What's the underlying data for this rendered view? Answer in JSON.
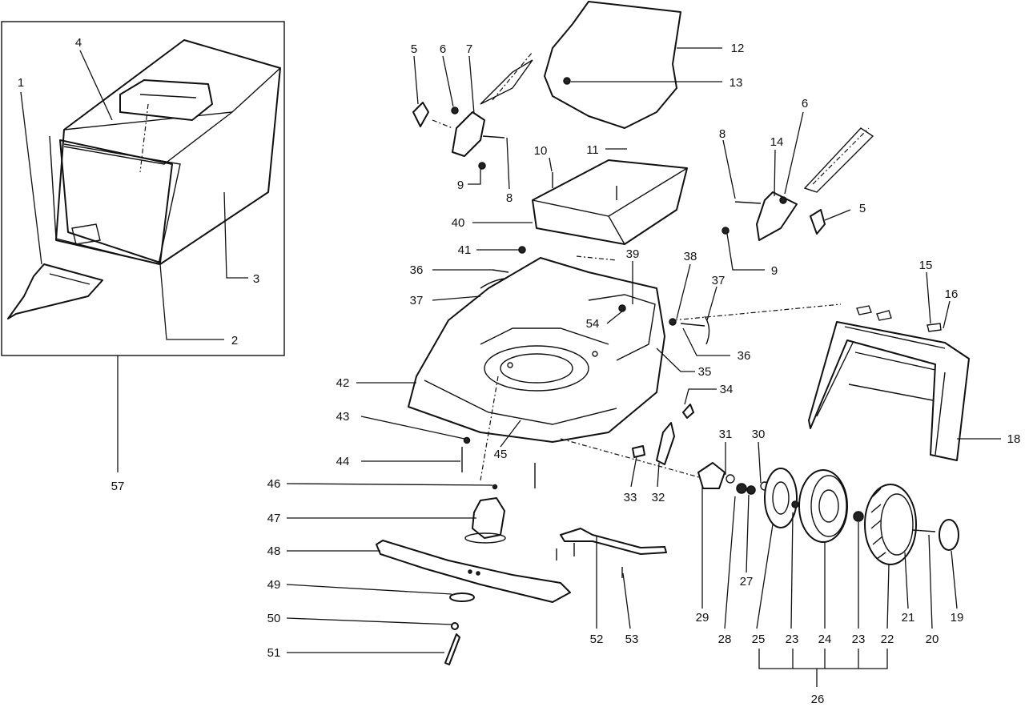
{
  "diagram": {
    "callouts": {
      "c1": "1",
      "c2": "2",
      "c3": "3",
      "c4": "4",
      "c5a": "5",
      "c5b": "5",
      "c6a": "6",
      "c6b": "6",
      "c7": "7",
      "c8a": "8",
      "c8b": "8",
      "c9a": "9",
      "c9b": "9",
      "c10": "10",
      "c11": "11",
      "c12": "12",
      "c13": "13",
      "c14": "14",
      "c15": "15",
      "c16": "16",
      "c18": "18",
      "c19": "19",
      "c20": "20",
      "c21": "21",
      "c22": "22",
      "c23a": "23",
      "c23b": "23",
      "c24": "24",
      "c25": "25",
      "c26": "26",
      "c27": "27",
      "c28": "28",
      "c29": "29",
      "c30": "30",
      "c31": "31",
      "c32": "32",
      "c33": "33",
      "c34": "34",
      "c35": "35",
      "c36a": "36",
      "c36b": "36",
      "c37a": "37",
      "c37b": "37",
      "c38": "38",
      "c39": "39",
      "c40": "40",
      "c41": "41",
      "c42": "42",
      "c43": "43",
      "c44": "44",
      "c45": "45",
      "c46": "46",
      "c47": "47",
      "c48": "48",
      "c49": "49",
      "c50": "50",
      "c51": "51",
      "c52": "52",
      "c53": "53",
      "c54": "54",
      "c57": "57"
    }
  }
}
